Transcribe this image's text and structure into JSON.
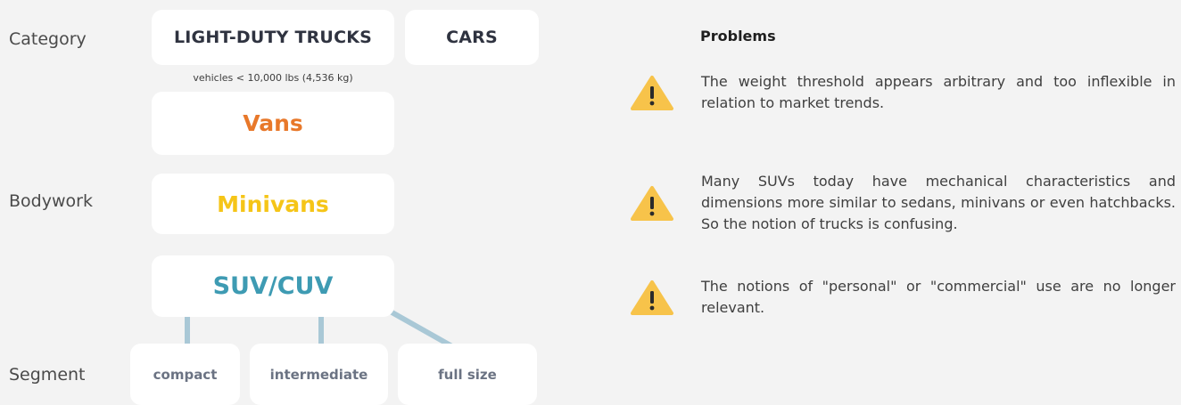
{
  "row_labels": {
    "category": "Category",
    "bodywork": "Bodywork",
    "segment": "Segment"
  },
  "category": {
    "light_duty_trucks": "LIGHT-DUTY TRUCKS",
    "cars": "CARS",
    "note": "vehicles < 10,000 lbs (4,536 kg)"
  },
  "bodywork": {
    "vans": "Vans",
    "minivans": "Minivans",
    "suv_cuv": "SUV/CUV"
  },
  "segment": {
    "compact": "compact",
    "intermediate": "intermediate",
    "full_size": "full size"
  },
  "problems": {
    "title": "Problems",
    "items": [
      "The weight threshold appears arbitrary and too inflexible in relation to market trends.",
      "Many SUVs today have mechanical characteristics and dimensions more similar to sedans, minivans or even hatchbacks. So the notion of trucks is confusing.",
      "The notions of \"personal\" or \"commercial\" use are no longer relevant."
    ],
    "icon": "warning-icon"
  },
  "colors": {
    "vans": "#e8782a",
    "minivans": "#f5c518",
    "suv_cuv": "#3e9bb3",
    "connector": "#a9c8d6",
    "warning": "#f7c34a"
  }
}
